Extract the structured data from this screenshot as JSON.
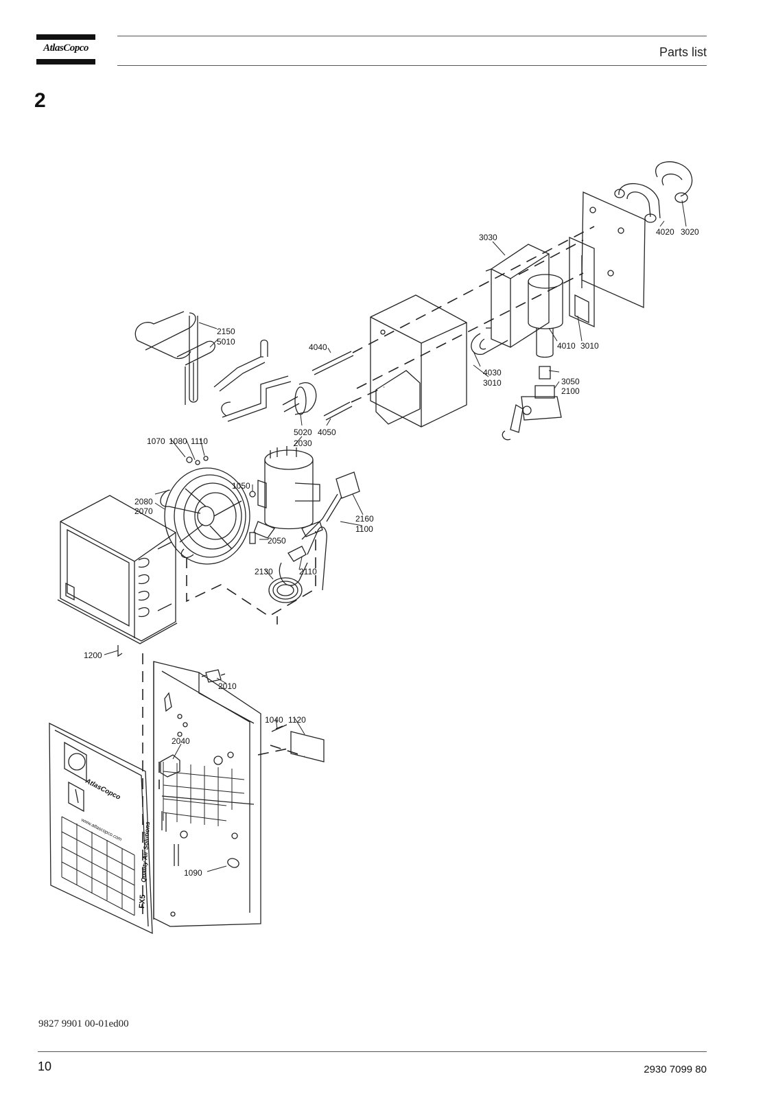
{
  "header": {
    "logo_text": "AtlasCopco",
    "title": "Parts list"
  },
  "section": {
    "number": "2"
  },
  "diagram": {
    "callouts": [
      "4020",
      "3020",
      "3030",
      "4010",
      "3010",
      "2150",
      "5010",
      "4040",
      "4030",
      "3010",
      "3050",
      "2100",
      "5020",
      "4050",
      "2030",
      "1070",
      "1080",
      "1110",
      "1050",
      "2080",
      "2070",
      "2160",
      "1100",
      "2050",
      "2130",
      "2110",
      "1200",
      "2010",
      "1040",
      "1120",
      "2040",
      "1090"
    ],
    "panel_text": {
      "brand": "AtlasCopco",
      "website": "www.atlascopco.com",
      "model": "FX5",
      "slogan": "Quality Air Solutions"
    }
  },
  "footer": {
    "doc_ref": "9827 9901 00-01ed00",
    "page_number": "10",
    "part_number": "2930 7099 80"
  }
}
